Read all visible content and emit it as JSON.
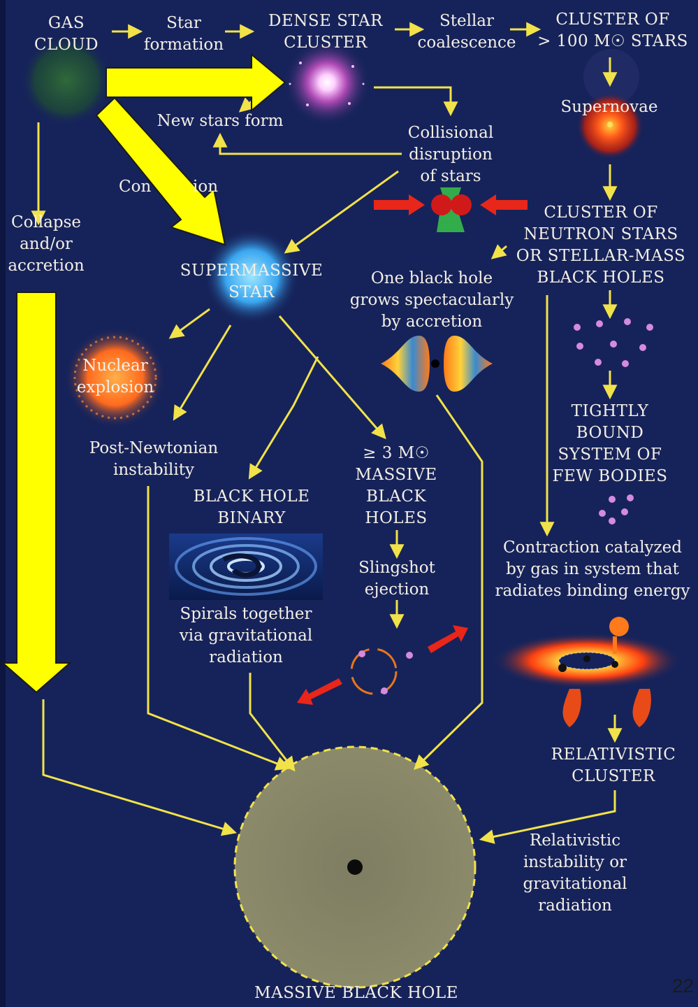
{
  "colors": {
    "background": "#16235a",
    "arrow_thin": "#f2e24a",
    "arrow_highlight": "#ffff00",
    "text": "#f4efe6"
  },
  "labels": {
    "gas_cloud": "GAS\nCLOUD",
    "star_formation": "Star\nformation",
    "dense_star_cluster": "DENSE STAR\nCLUSTER",
    "stellar_coalescence": "Stellar\ncoalescence",
    "cluster_100": "CLUSTER OF\n> 100 M☉ STARS",
    "new_stars_form": "New stars form",
    "supernovae": "Supernovae",
    "collisional_disruption": "Collisional\ndisruption\nof stars",
    "contraction_partial_left": "Con",
    "contraction_partial_right": "ion",
    "collapse_accretion": "Collapse\nand/or\naccretion",
    "supermassive_star": "SUPERMASSIVE\nSTAR",
    "cluster_neutron": "CLUSTER OF\nNEUTRON STARS\nOR STELLAR-MASS\nBLACK HOLES",
    "one_black_hole": "One black hole\ngrows spectacularly\nby accretion",
    "nuclear_explosion": "Nuclear\nexplosion",
    "tightly_bound": "TIGHTLY\nBOUND\nSYSTEM OF\nFEW BODIES",
    "post_newtonian": "Post-Newtonian\ninstability",
    "ge3_massive": "≥ 3  M☉\nMASSIVE\nBLACK\nHOLES",
    "black_hole_binary": "BLACK HOLE\nBINARY",
    "slingshot": "Slingshot\nejection",
    "contraction_catalyzed": "Contraction catalyzed\nby gas in system that\nradiates binding energy",
    "spirals_together": "Spirals together\nvia gravitational\nradiation",
    "relativistic_cluster": "RELATIVISTIC\nCLUSTER",
    "relativistic_instability": "Relativistic\ninstability or\ngravitational\nradiation",
    "massive_black_hole": "MASSIVE BLACK HOLE",
    "slide_number": "22"
  }
}
